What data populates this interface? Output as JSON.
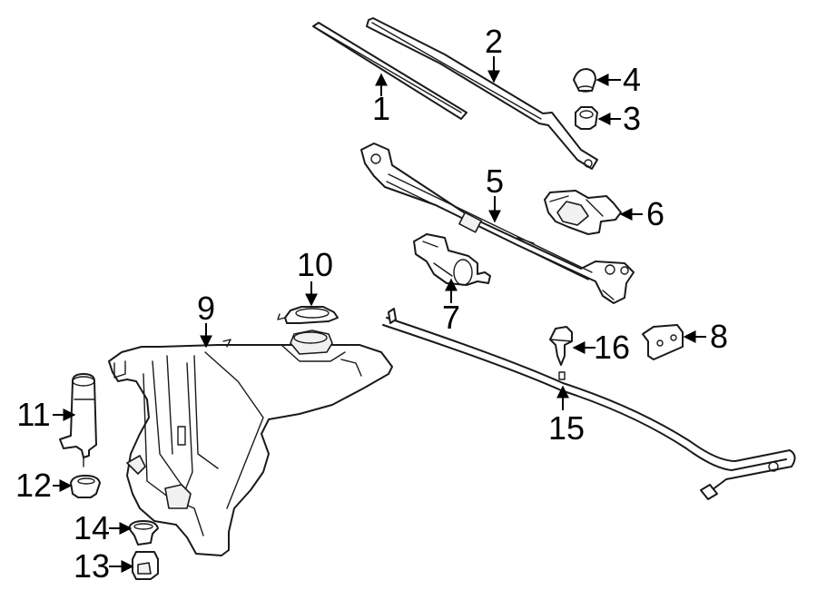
{
  "callouts": {
    "c1": "1",
    "c2": "2",
    "c3": "3",
    "c4": "4",
    "c5": "5",
    "c6": "6",
    "c7": "7",
    "c8": "8",
    "c9": "9",
    "c10": "10",
    "c11": "11",
    "c12": "12",
    "c13": "13",
    "c14": "14",
    "c15": "15",
    "c16": "16"
  },
  "colors": {
    "line": "#1a1a1a",
    "background": "#ffffff",
    "fill": "#ffffff"
  }
}
